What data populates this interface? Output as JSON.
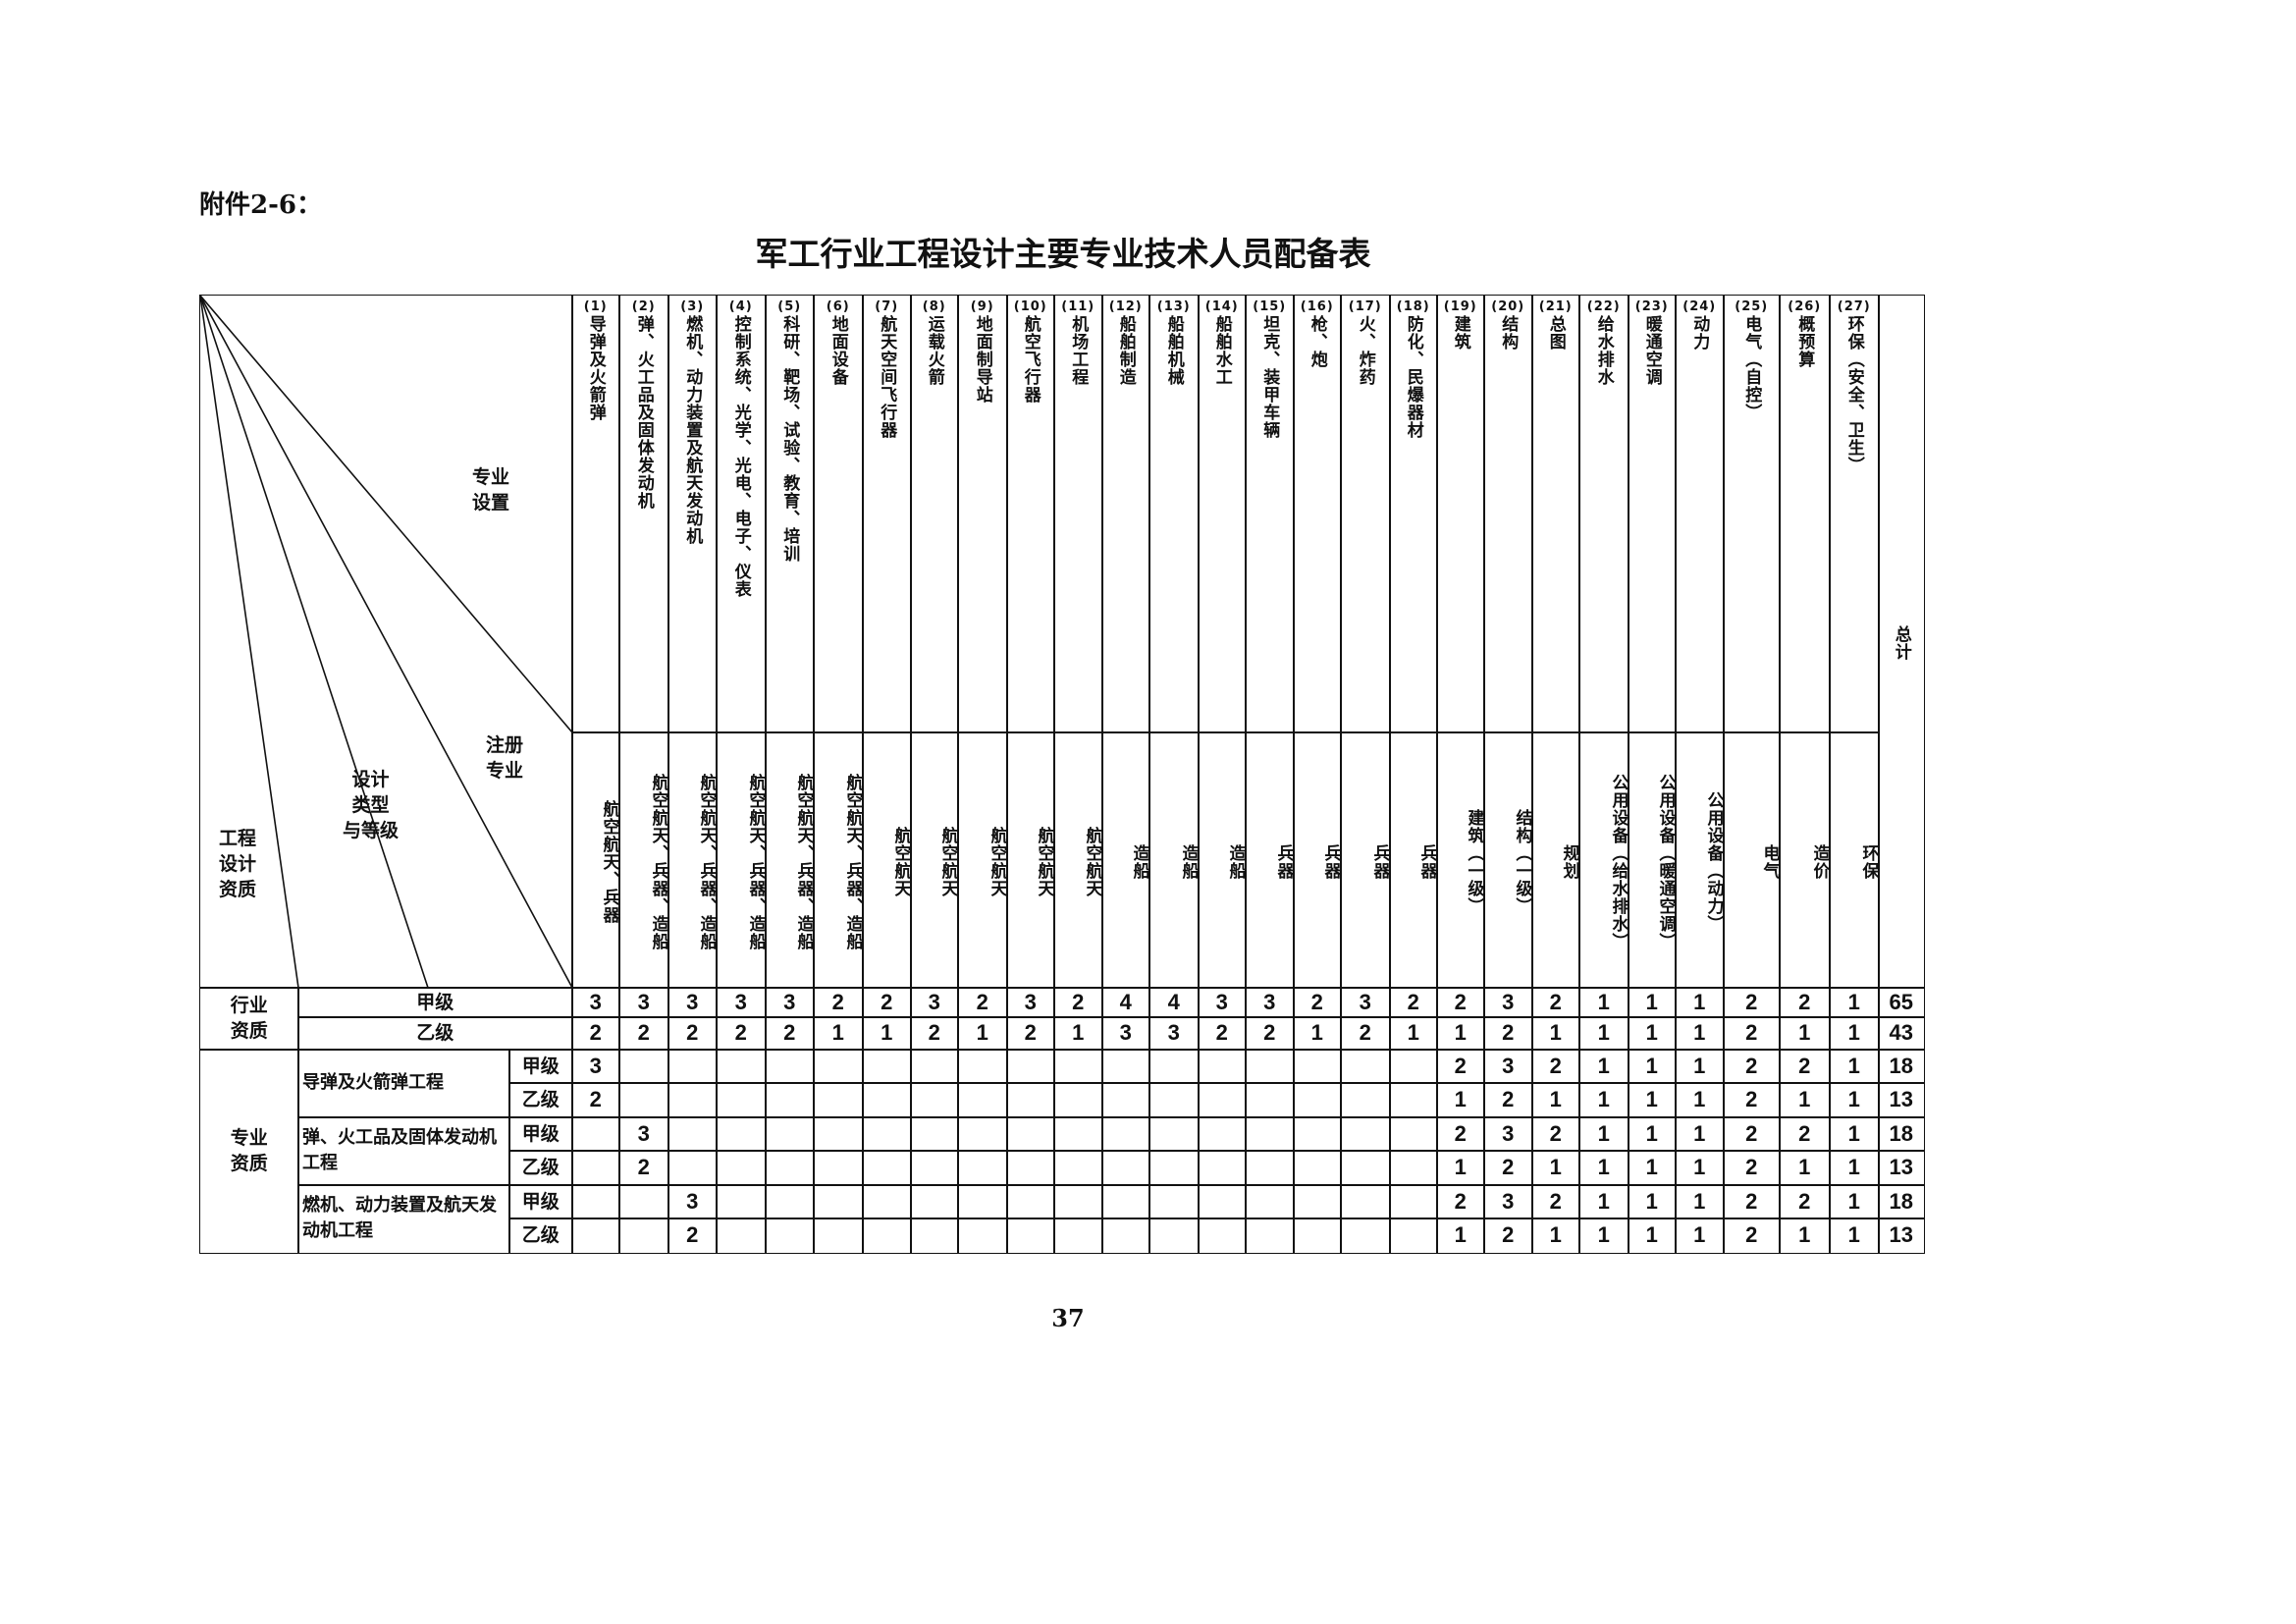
{
  "attachment_label": "附件2-6：",
  "title": "军工行业工程设计主要专业技术人员配备表",
  "page_number": "37",
  "corner": {
    "specialty_setting": "专业\n设置",
    "registered_specialty": "注册\n专业",
    "design_type_grade": "设计\n类型\n与等级",
    "qualification": "工程\n设计\n资质"
  },
  "total_label": "总计",
  "columns": [
    {
      "num": "(1)",
      "name": "导弹及火箭弹",
      "reg": "航空航天、兵器"
    },
    {
      "num": "(2)",
      "name": "弹、火工品及固体发动机",
      "reg": "航空航天、兵器、造船"
    },
    {
      "num": "(3)",
      "name": "燃机、动力装置及航天发动机",
      "reg": "航空航天、兵器、造船"
    },
    {
      "num": "(4)",
      "name": "控制系统、光学、光电、电子、仪表",
      "reg": "航空航天、兵器、造船"
    },
    {
      "num": "(5)",
      "name": "科研、靶场、试验、教育、培训",
      "reg": "航空航天、兵器、造船"
    },
    {
      "num": "(6)",
      "name": "地面设备",
      "reg": "航空航天、兵器、造船"
    },
    {
      "num": "(7)",
      "name": "航天空间飞行器",
      "reg": "航空航天"
    },
    {
      "num": "(8)",
      "name": "运载火箭",
      "reg": "航空航天"
    },
    {
      "num": "(9)",
      "name": "地面制导站",
      "reg": "航空航天"
    },
    {
      "num": "(10)",
      "name": "航空飞行器",
      "reg": "航空航天"
    },
    {
      "num": "(11)",
      "name": "机场工程",
      "reg": "航空航天"
    },
    {
      "num": "(12)",
      "name": "船舶制造",
      "reg": "造船"
    },
    {
      "num": "(13)",
      "name": "船舶机械",
      "reg": "造船"
    },
    {
      "num": "(14)",
      "name": "船舶水工",
      "reg": "造船"
    },
    {
      "num": "(15)",
      "name": "坦克、装甲车辆",
      "reg": "兵器"
    },
    {
      "num": "(16)",
      "name": "枪、炮",
      "reg": "兵器"
    },
    {
      "num": "(17)",
      "name": "火、炸药",
      "reg": "兵器"
    },
    {
      "num": "(18)",
      "name": "防化、民爆器材",
      "reg": "兵器"
    },
    {
      "num": "(19)",
      "name": "建筑",
      "reg": "建筑（一级）"
    },
    {
      "num": "(20)",
      "name": "结构",
      "reg": "结构（一级）"
    },
    {
      "num": "(21)",
      "name": "总图",
      "reg": "规划"
    },
    {
      "num": "(22)",
      "name": "给水排水",
      "reg": "公用设备（给水排水）"
    },
    {
      "num": "(23)",
      "name": "暖通空调",
      "reg": "公用设备（暖通空调）"
    },
    {
      "num": "(24)",
      "name": "动力",
      "reg": "公用设备（动力）"
    },
    {
      "num": "(25)",
      "name": "电气（自控）",
      "reg": "电气"
    },
    {
      "num": "(26)",
      "name": "概预算",
      "reg": "造价"
    },
    {
      "num": "(27)",
      "name": "环保（安全、卫生）",
      "reg": "环保"
    }
  ],
  "industry": {
    "label": "行业\n资质",
    "rows": [
      {
        "grade": "甲级",
        "values": [
          "3",
          "3",
          "3",
          "3",
          "3",
          "2",
          "2",
          "3",
          "2",
          "3",
          "2",
          "4",
          "4",
          "3",
          "3",
          "2",
          "3",
          "2",
          "2",
          "3",
          "2",
          "1",
          "1",
          "1",
          "2",
          "2",
          "1"
        ],
        "total": "65"
      },
      {
        "grade": "乙级",
        "values": [
          "2",
          "2",
          "2",
          "2",
          "2",
          "1",
          "1",
          "2",
          "1",
          "2",
          "1",
          "3",
          "3",
          "2",
          "2",
          "1",
          "2",
          "1",
          "1",
          "2",
          "1",
          "1",
          "1",
          "1",
          "2",
          "1",
          "1"
        ],
        "total": "43"
      }
    ]
  },
  "specialty": {
    "label": "专业\n资质",
    "groups": [
      {
        "name": "导弹及火箭弹工程",
        "rows": [
          {
            "grade": "甲级",
            "values": [
              "3",
              "",
              "",
              "",
              "",
              "",
              "",
              "",
              "",
              "",
              "",
              "",
              "",
              "",
              "",
              "",
              "",
              "",
              "2",
              "3",
              "2",
              "1",
              "1",
              "1",
              "2",
              "2",
              "1"
            ],
            "total": "18"
          },
          {
            "grade": "乙级",
            "values": [
              "2",
              "",
              "",
              "",
              "",
              "",
              "",
              "",
              "",
              "",
              "",
              "",
              "",
              "",
              "",
              "",
              "",
              "",
              "1",
              "2",
              "1",
              "1",
              "1",
              "1",
              "2",
              "1",
              "1"
            ],
            "total": "13"
          }
        ]
      },
      {
        "name": "弹、火工品及固体发动机工程",
        "rows": [
          {
            "grade": "甲级",
            "values": [
              "",
              "3",
              "",
              "",
              "",
              "",
              "",
              "",
              "",
              "",
              "",
              "",
              "",
              "",
              "",
              "",
              "",
              "",
              "2",
              "3",
              "2",
              "1",
              "1",
              "1",
              "2",
              "2",
              "1"
            ],
            "total": "18"
          },
          {
            "grade": "乙级",
            "values": [
              "",
              "2",
              "",
              "",
              "",
              "",
              "",
              "",
              "",
              "",
              "",
              "",
              "",
              "",
              "",
              "",
              "",
              "",
              "1",
              "2",
              "1",
              "1",
              "1",
              "1",
              "2",
              "1",
              "1"
            ],
            "total": "13"
          }
        ]
      },
      {
        "name": "燃机、动力装置及航天发动机工程",
        "rows": [
          {
            "grade": "甲级",
            "values": [
              "",
              "",
              "3",
              "",
              "",
              "",
              "",
              "",
              "",
              "",
              "",
              "",
              "",
              "",
              "",
              "",
              "",
              "",
              "2",
              "3",
              "2",
              "1",
              "1",
              "1",
              "2",
              "2",
              "1"
            ],
            "total": "18"
          },
          {
            "grade": "乙级",
            "values": [
              "",
              "",
              "2",
              "",
              "",
              "",
              "",
              "",
              "",
              "",
              "",
              "",
              "",
              "",
              "",
              "",
              "",
              "",
              "1",
              "2",
              "1",
              "1",
              "1",
              "1",
              "2",
              "1",
              "1"
            ],
            "total": "13"
          }
        ]
      }
    ]
  }
}
